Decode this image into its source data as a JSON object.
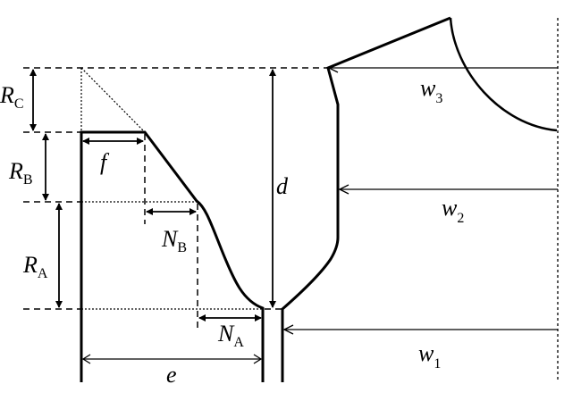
{
  "labels": {
    "Rc": {
      "main": "R",
      "sub": "C"
    },
    "Rb": {
      "main": "R",
      "sub": "B"
    },
    "Ra": {
      "main": "R",
      "sub": "A"
    },
    "f": {
      "main": "f"
    },
    "Nb": {
      "main": "N",
      "sub": "B"
    },
    "Na": {
      "main": "N",
      "sub": "A"
    },
    "e": {
      "main": "e"
    },
    "d": {
      "main": "d"
    },
    "w3": {
      "main": "w",
      "sub": "3"
    },
    "w2": {
      "main": "w",
      "sub": "2"
    },
    "w1": {
      "main": "w",
      "sub": "1"
    }
  }
}
